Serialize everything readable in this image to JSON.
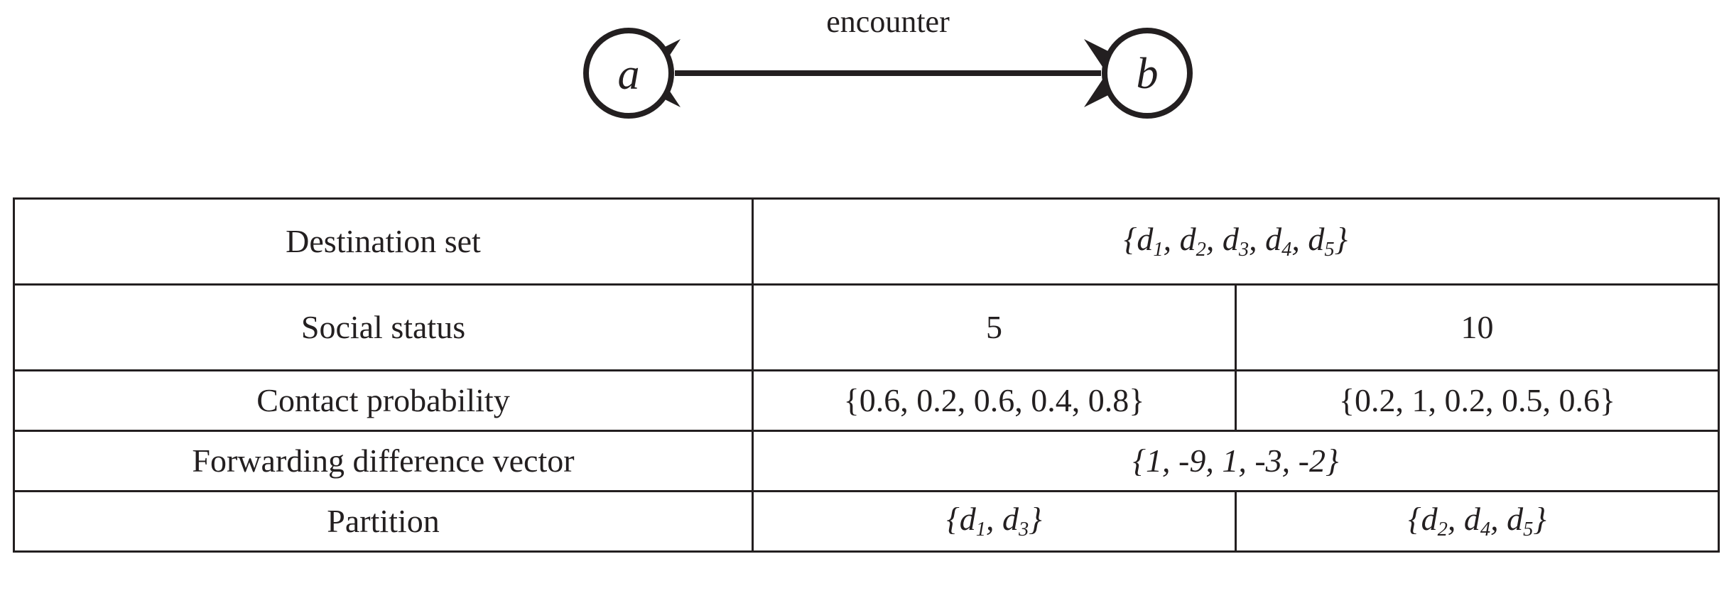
{
  "diagram": {
    "edge_label": "encounter",
    "nodes": [
      {
        "id": "a",
        "label": "a"
      },
      {
        "id": "b",
        "label": "b"
      }
    ],
    "arrow_style": "double-headed"
  },
  "table": {
    "rows": [
      {
        "label": "Destination set",
        "span": true,
        "value": "{d1, d2, d3, d4, d5}",
        "value_html": "{<i>d<sub>1</sub></i>, <i>d<sub>2</sub></i>, <i>d<sub>3</sub></i>, <i>d<sub>4</sub></i>, <i>d<sub>5</sub></i>}"
      },
      {
        "label": "Social status",
        "span": false,
        "value_a": "5",
        "value_b": "10"
      },
      {
        "label": "Contact probability",
        "span": false,
        "value_a": "{0.6, 0.2, 0.6, 0.4, 0.8}",
        "value_b": "{0.2, 1, 0.2, 0.5, 0.6}"
      },
      {
        "label": "Forwarding difference vector",
        "span": true,
        "value": "{1, -9, 1, -3, -2}",
        "value_html": "{1, -9, 1, -3, -2}"
      },
      {
        "label": "Partition",
        "span": false,
        "value_a": "{d1, d3}",
        "value_a_html": "{<i>d<sub>1</sub></i>, <i>d<sub>3</sub></i>}",
        "value_b": "{d2, d4, d5}",
        "value_b_html": "{<i>d<sub>2</sub></i>, <i>d<sub>4</sub></i>, <i>d<sub>5</sub></i>}"
      }
    ]
  },
  "colors": {
    "ink": "#231f20",
    "background": "#ffffff"
  }
}
